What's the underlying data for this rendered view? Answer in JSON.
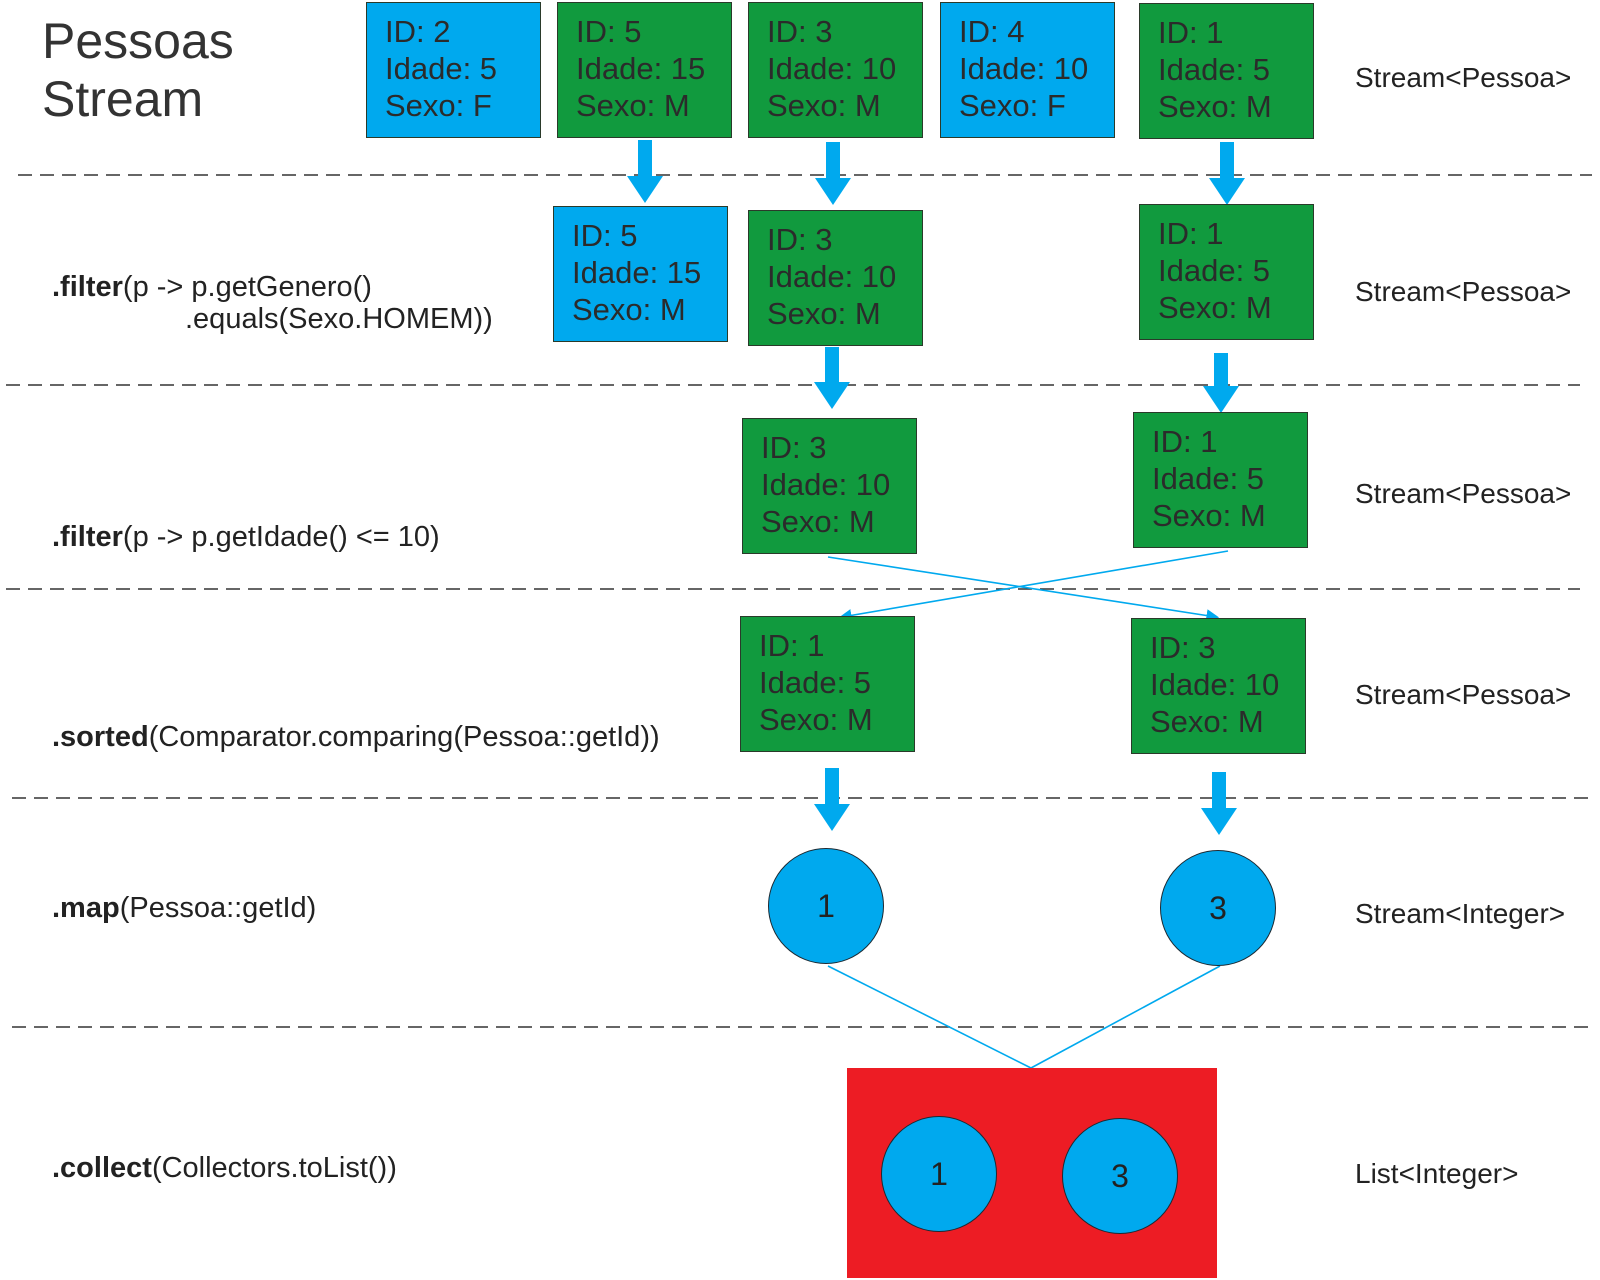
{
  "title": [
    "Pessoas",
    "Stream"
  ],
  "stages": [
    {
      "op": {
        "keyword": ".filter",
        "args": "(p -> p.getGenero()",
        "args2": ".equals(Sexo.HOMEM))"
      },
      "type": "Stream<Pessoa>"
    },
    {
      "op": {
        "keyword": ".filter",
        "args": "(p -> p.getIdade() <= 10)"
      },
      "type": "Stream<Pessoa>"
    },
    {
      "op": {
        "keyword": ".sorted",
        "args": "(Comparator.comparing(Pessoa::getId))"
      },
      "type": "Stream<Pessoa>"
    },
    {
      "op": {
        "keyword": ".map",
        "args": "(Pessoa::getId)"
      },
      "type": "Stream<Integer>"
    },
    {
      "op": {
        "keyword": ".collect",
        "args": "(Collectors.toList())"
      },
      "type": "List<Integer>"
    }
  ],
  "source_type": "Stream<Pessoa>",
  "rows": {
    "source": [
      {
        "id": "ID: 2",
        "idade": "Idade: 5",
        "sexo": "Sexo: F",
        "color": "blue"
      },
      {
        "id": "ID: 5",
        "idade": "Idade: 15",
        "sexo": "Sexo: M",
        "color": "green"
      },
      {
        "id": "ID: 3",
        "idade": "Idade: 10",
        "sexo": "Sexo: M",
        "color": "green"
      },
      {
        "id": "ID: 4",
        "idade": "Idade: 10",
        "sexo": "Sexo: F",
        "color": "blue"
      },
      {
        "id": "ID: 1",
        "idade": "Idade: 5",
        "sexo": "Sexo: M",
        "color": "green"
      }
    ],
    "filter1": [
      {
        "id": "ID: 5",
        "idade": "Idade: 15",
        "sexo": "Sexo: M",
        "color": "blue"
      },
      {
        "id": "ID: 3",
        "idade": "Idade: 10",
        "sexo": "Sexo: M",
        "color": "green"
      },
      {
        "id": "ID: 1",
        "idade": "Idade: 5",
        "sexo": "Sexo: M",
        "color": "green"
      }
    ],
    "filter2": [
      {
        "id": "ID: 3",
        "idade": "Idade: 10",
        "sexo": "Sexo: M",
        "color": "green"
      },
      {
        "id": "ID: 1",
        "idade": "Idade: 5",
        "sexo": "Sexo: M",
        "color": "green"
      }
    ],
    "sorted": [
      {
        "id": "ID: 1",
        "idade": "Idade: 5",
        "sexo": "Sexo: M",
        "color": "green"
      },
      {
        "id": "ID: 3",
        "idade": "Idade: 10",
        "sexo": "Sexo: M",
        "color": "green"
      }
    ],
    "mapped": [
      "1",
      "3"
    ],
    "collected": [
      "1",
      "3"
    ]
  },
  "colors": {
    "blue": "#00a9ee",
    "green": "#119a3e",
    "red": "#ed1c24",
    "arrow": "#00a9ee",
    "divider": "#333333"
  }
}
